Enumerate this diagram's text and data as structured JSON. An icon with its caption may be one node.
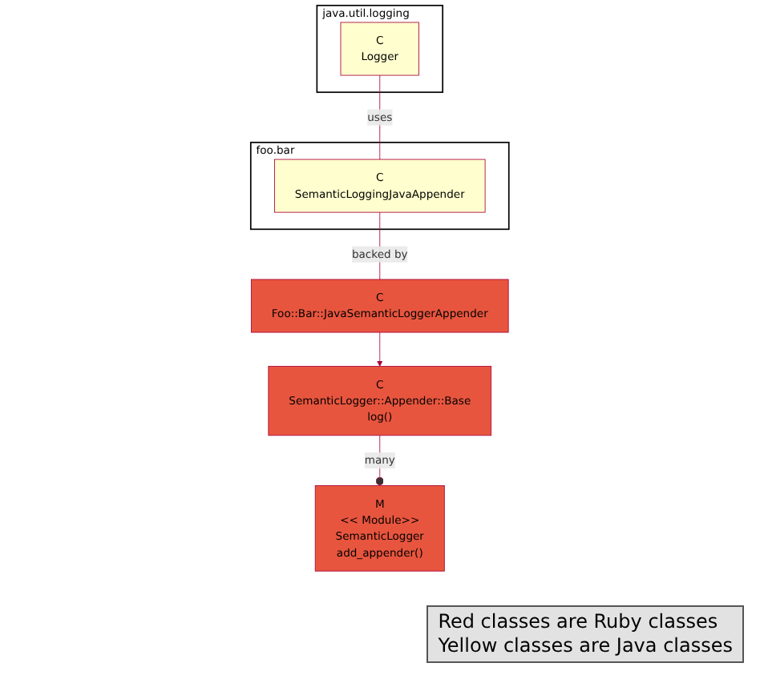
{
  "diagram": {
    "nodes": [
      {
        "text": [
          "java.util.logging"
        ]
      },
      {
        "text": [
          "C",
          "Logger"
        ],
        "in": 0
      },
      {
        "text": [
          "foo.bar"
        ]
      },
      {
        "text": [
          "C",
          "SemanticLoggingJavaAppender"
        ],
        "in": 2
      },
      {
        "text": [
          "M",
          "<< Module>>",
          "SemanticLogger",
          "add_appender()"
        ]
      },
      {
        "text": [
          "C",
          "SemanticLogger::Appender::Base",
          "log()"
        ]
      },
      {
        "text": [
          "C",
          "Foo::Bar::JavaSemanticLoggerAppender"
        ]
      }
    ],
    "edges": [
      {
        "from": 1,
        "to": 3,
        "arrow": "none",
        "label": "uses"
      },
      {
        "from": 4,
        "to": 5,
        "arrow": "other",
        "label": "many"
      },
      {
        "from": 3,
        "to": 6,
        "arrow": "none",
        "label": "backed by"
      },
      {
        "from": 6,
        "to": 5,
        "arrow": "to"
      }
    ],
    "labels": [
      "Red classes are Ruby classes",
      "Yellow classes are Java classes"
    ]
  }
}
